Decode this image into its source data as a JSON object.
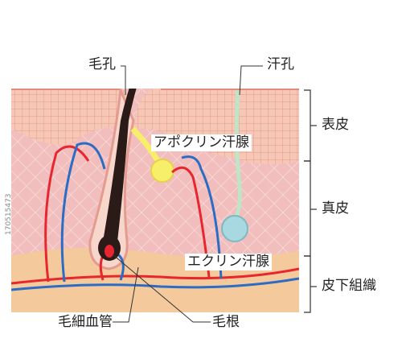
{
  "labels": {
    "hair_pore": "毛孔",
    "sweat_pore": "汗孔",
    "apocrine_gland": "アポクリン汗腺",
    "eccrine_gland": "エクリン汗腺",
    "capillary": "毛細血管",
    "hair_root": "毛根",
    "epidermis": "表皮",
    "dermis": "真皮",
    "subcutaneous": "皮下組織"
  },
  "watermark_id": "170515473",
  "colors": {
    "epidermis": "#f3b8a6",
    "dermis": "#f2bfbf",
    "subcutaneous": "#f3c898",
    "artery": "#e8262f",
    "vein": "#2b6cc4",
    "hair": "#2a1a18",
    "apocrine": "#f7ef6a",
    "eccrine": "#a9d9e0"
  }
}
